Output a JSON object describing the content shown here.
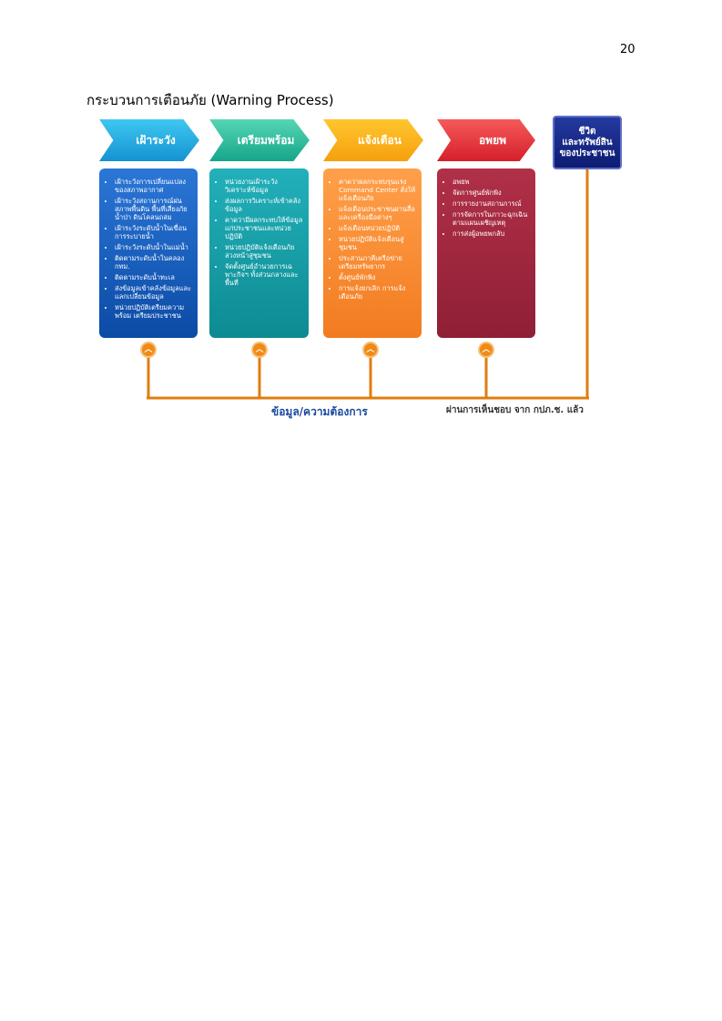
{
  "page": {
    "number": "20"
  },
  "section": {
    "title": "กระบวนการเตือนภัย (Warning Process)"
  },
  "stages": [
    {
      "title": "เฝ้าระวัง",
      "items": [
        "เฝ้าระวังการเปลี่ยนแปลงของสภาพอากาศ",
        "เฝ้าระวังสถานการณ์ฝน สภาพพื้นดิน พื้นที่เสี่ยงภัย น้ำป่า ดินโคลนถล่ม",
        "เฝ้าระวังระดับน้ำในเขื่อนการระบายน้ำ",
        "เฝ้าระวังระดับน้ำในแม่น้ำ",
        "ติดตามระดับน้ำในคลอง กทม.",
        "ติดตามระดับน้ำทะเล",
        "ส่งข้อมูลเข้าคลังข้อมูลและแลกเปลี่ยนข้อมูล",
        "หน่วยปฏิบัติเตรียมความพร้อม เตรียมประชาชน"
      ]
    },
    {
      "title": "เตรียมพร้อม",
      "items": [
        "หน่วยงานเฝ้าระวัง วิเคราะห์ข้อมูล",
        "ส่งผลการวิเคราะห์เข้าคลังข้อมูล",
        "คาดว่ามีผลกระทบให้ข้อมูลแก่ประชาชนและหน่วยปฏิบัติ",
        "หน่วยปฏิบัติแจ้งเตือนภัยล่วงหน้าสู่ชุมชน",
        "จัดตั้งศูนย์อำนวยการเฉพาะกิจฯ ทั้งส่วนกลางและพื้นที่"
      ]
    },
    {
      "title": "แจ้งเตือน",
      "items": [
        "คาดว่าผลกระทบรุนแรง Command Center สั่งให้แจ้งเตือนภัย",
        "แจ้งเตือนประชาชนผ่านสื่อและเครื่องมือต่างๆ",
        "แจ้งเตือนหน่วยปฏิบัติ",
        "หน่วยปฏิบัติแจ้งเตือนสู่ชุมชน",
        "ประสานภาคีเครือข่ายเตรียมทรัพยากร",
        "ตั้งศูนย์พักพิง",
        "การแจ้งยกเลิก การแจ้งเตือนภัย"
      ]
    },
    {
      "title": "อพยพ",
      "items": [
        "อพยพ",
        "จัดการศูนย์พักพิง",
        "การรายงานสถานการณ์",
        "การจัดการในภาวะฉุกเฉินตามแผนเผชิญเหตุ",
        "การส่งผู้อพยพกลับ"
      ]
    }
  ],
  "outcome": {
    "line1": "ชีวิต",
    "line2": "และทรัพย์สิน",
    "line3": "ของประชาชน"
  },
  "footer": {
    "need_label": "ข้อมูล/ความต้องการ",
    "approval_label": "ผ่านการเห็นชอบ จาก กปภ.ช. แล้ว"
  },
  "colors": {
    "connector": "#e07d10",
    "stage1": "#1592d2",
    "stage2": "#17a58a",
    "stage3": "#f6a00e",
    "stage4": "#d51f2b",
    "outcome": "#0d1b72"
  }
}
